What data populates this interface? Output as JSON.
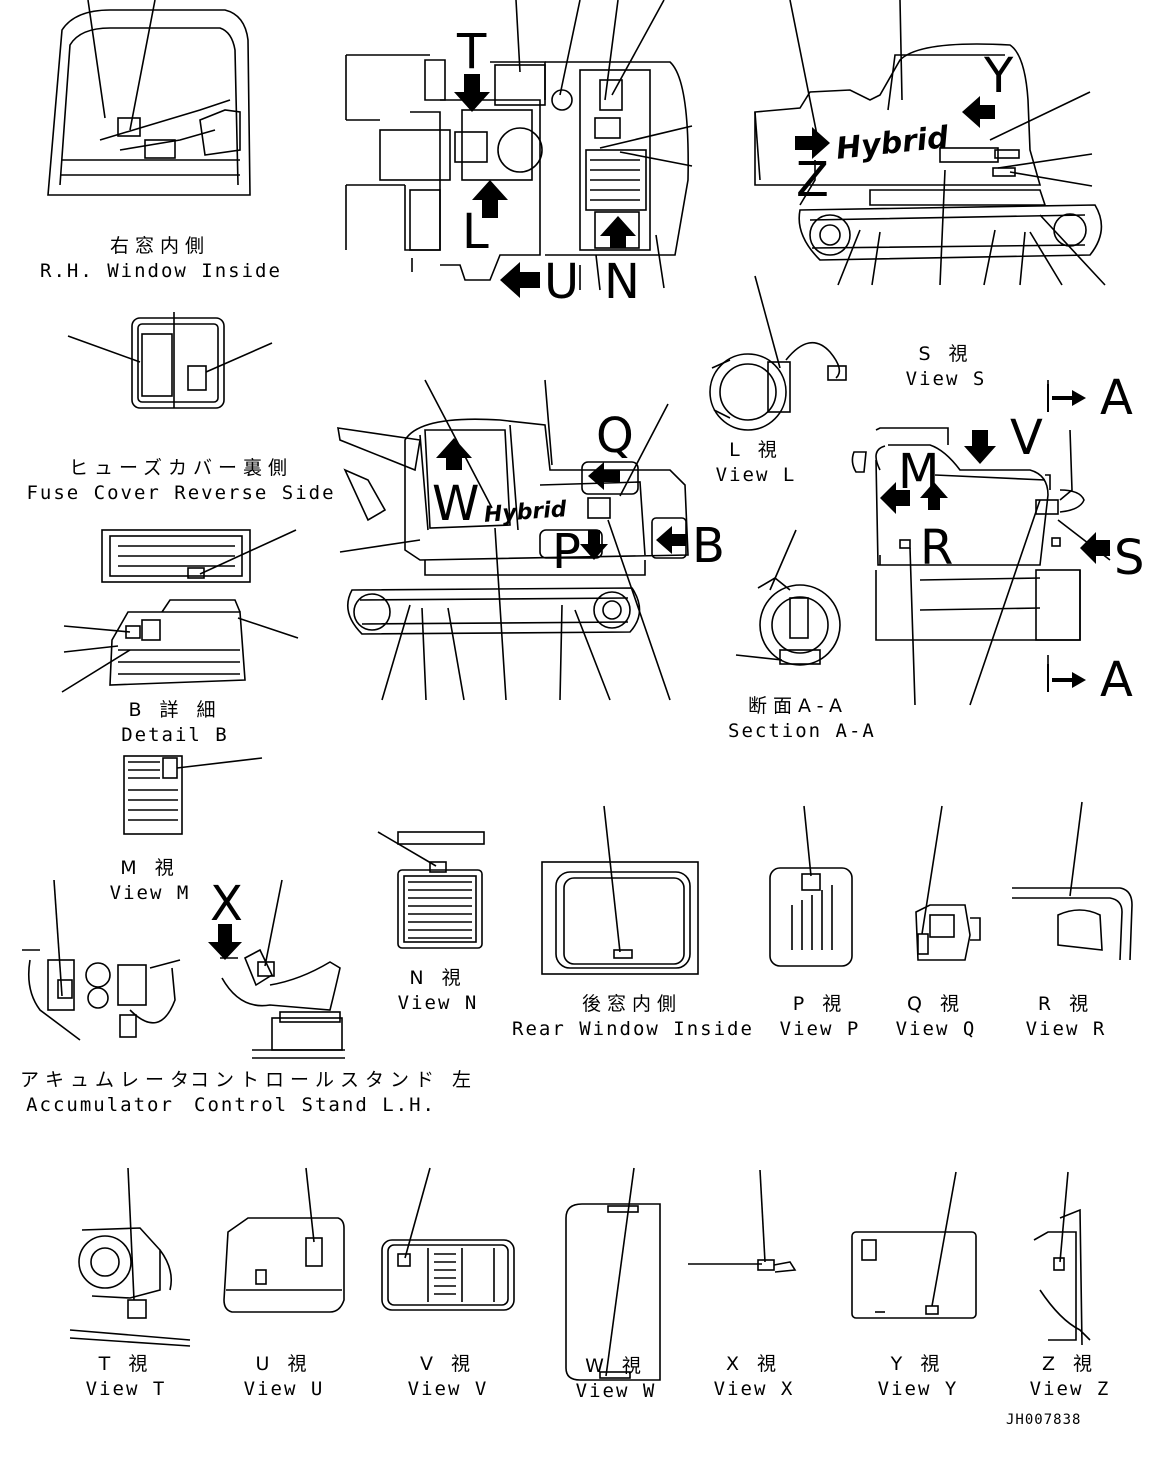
{
  "labels": {
    "rh_window": {
      "jp": "右窓内側",
      "en": "R.H. Window Inside"
    },
    "fuse_cover": {
      "jp": "ヒューズカバー裏側",
      "en": "Fuse Cover Reverse Side"
    },
    "detail_b": {
      "jp": "B 詳 細",
      "en": "Detail B"
    },
    "view_m": {
      "jp": "M 視",
      "en": "View M"
    },
    "accumulator": {
      "jp": "アキュムレータ",
      "en": "Accumulator"
    },
    "control_stand": {
      "jp": "コントロールスタンド 左",
      "en": "Control Stand L.H."
    },
    "view_n": {
      "jp": "N 視",
      "en": "View N"
    },
    "rear_window": {
      "jp": "後窓内側",
      "en": "Rear Window Inside"
    },
    "view_p": {
      "jp": "P 視",
      "en": "View P"
    },
    "view_q": {
      "jp": "Q 視",
      "en": "View Q"
    },
    "view_r": {
      "jp": "R 視",
      "en": "View R"
    },
    "view_l": {
      "jp": "L 視",
      "en": "View L"
    },
    "view_s": {
      "jp": "S 視",
      "en": "View S"
    },
    "section_aa": {
      "jp": "断面A-A",
      "en": "Section A-A"
    },
    "view_t": {
      "jp": "T 視",
      "en": "View T"
    },
    "view_u": {
      "jp": "U 視",
      "en": "View U"
    },
    "view_v": {
      "jp": "V 視",
      "en": "View V"
    },
    "view_w": {
      "jp": "W 視",
      "en": "View W"
    },
    "view_x": {
      "jp": "X 視",
      "en": "View X"
    },
    "view_y": {
      "jp": "Y 視",
      "en": "View Y"
    },
    "view_z": {
      "jp": "Z 視",
      "en": "View Z"
    }
  },
  "markers": {
    "T": "T",
    "L": "L",
    "U": "U",
    "N": "N",
    "Y": "Y",
    "Z": "Z",
    "Q": "Q",
    "W": "W",
    "P": "P",
    "B": "B",
    "V": "V",
    "M": "M",
    "R": "R",
    "S": "S",
    "A": "A",
    "X": "X"
  },
  "brand_text": "Hybrid",
  "document_id": "JH007838"
}
